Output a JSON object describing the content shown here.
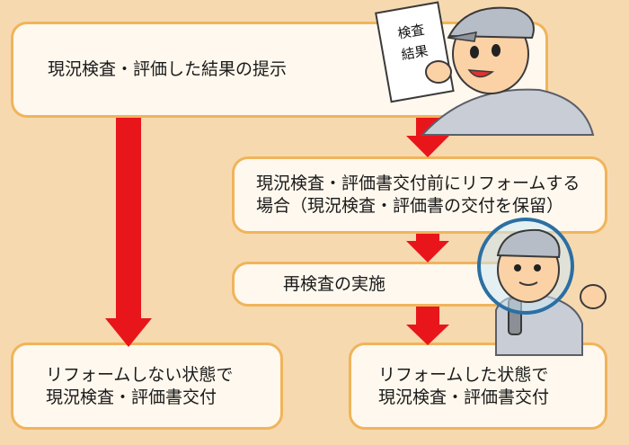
{
  "steps": {
    "present": "現況検査・評価した結果の提示",
    "before_issue": [
      "現況検査・評価書交付前にリフォームする",
      "場合（現況検査・評価書の交付を保留）"
    ],
    "reinspect": "再検査の実施",
    "no_reform": [
      "リフォームしない状態で",
      "現況検査・評価書交付"
    ],
    "after_reform": [
      "リフォームした状態で",
      "現況検査・評価書交付"
    ]
  },
  "paper": {
    "line1": "検査",
    "line2": "結果"
  },
  "colors": {
    "background": "#f7d9b0",
    "box_fill": "#fff8ee",
    "box_border": "#f0b45a",
    "arrow": "#e8161b"
  }
}
